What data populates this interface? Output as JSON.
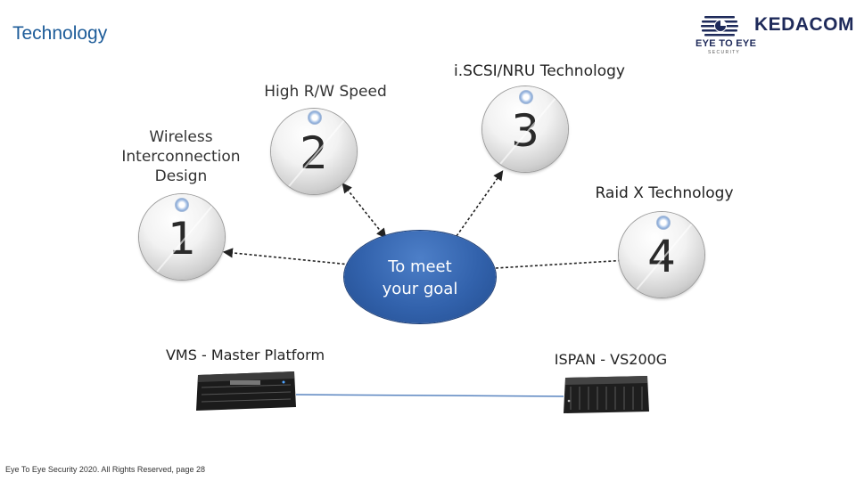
{
  "slide": {
    "title": "Technology"
  },
  "logo": {
    "brand": "KEDACOM",
    "sub": "EYE TO EYE",
    "small": "S E C U R I T Y"
  },
  "center": {
    "text_line1": "To meet",
    "text_line2": "your goal"
  },
  "nodes": [
    {
      "number": "1",
      "label_lines": [
        "Wireless",
        "Interconnection",
        "Design"
      ]
    },
    {
      "number": "2",
      "label": "High R/W Speed"
    },
    {
      "number": "3",
      "label": "i.SCSI/NRU Technology"
    },
    {
      "number": "4",
      "label": "Raid X Technology"
    }
  ],
  "devices": {
    "vms_label": "VMS - Master Platform",
    "ispan_label": "ISPAN - VS200G"
  },
  "footer": {
    "text": "Eye To Eye Security 2020. All Rights Reserved, page 28"
  },
  "colors": {
    "title": "#1d5c99",
    "goal_fill": "#3262ac",
    "link_line": "#5a85c0",
    "brand": "#1e2a5a"
  }
}
